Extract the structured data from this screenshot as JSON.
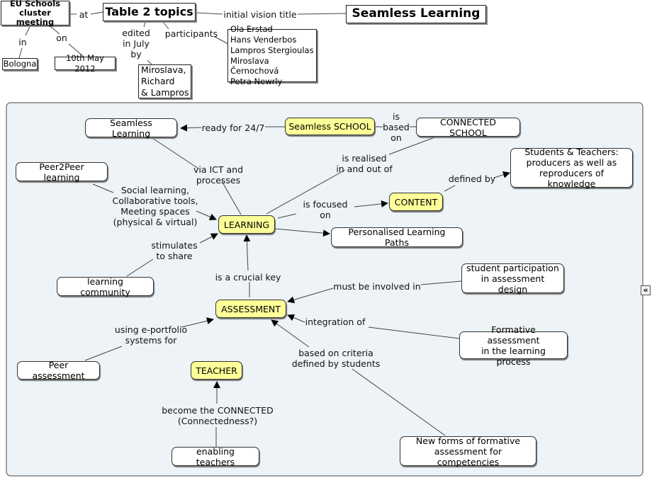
{
  "colors": {
    "panel": "#edf3f6",
    "concept_highlight": "#ffff99",
    "line": "#000000"
  },
  "header": {
    "eu_box": "EU Schools\ncluster meeting",
    "at": "at",
    "table_topics": "Table 2 topics",
    "initial_vision_title": "initial vision title",
    "seamless_title": "Seamless Learning",
    "in": "in",
    "on": "on",
    "bologna": "Bologna",
    "date": "10th May 2012",
    "edited_by": "edited\nin July\nby",
    "editors": "Miroslava,\nRichard\n& Lampros",
    "participants_label": "participants",
    "participants": "Ola Erstad\nHans Venderbos\nLampros Stergioulas\nMiroslava Černochová\nPetra Newrly"
  },
  "map": {
    "nodes": {
      "seamless_learning": "Seamless Learning",
      "seamless_school": "Seamless SCHOOL",
      "connected_school": "CONNECTED SCHOOL",
      "peer2peer": "Peer2Peer learning",
      "students_teachers": "Students & Teachers:\nproducers as well as\nreproducers of knowledge",
      "learning": "LEARNING",
      "content": "CONTENT",
      "personalised": "Personalised Learning Paths",
      "learning_community": "learning community",
      "student_participation": "student participation\nin assessment design",
      "assessment": "ASSESSMENT",
      "formative": "Formative assessment\nin the learning process",
      "peer_assessment": "Peer assessment",
      "teacher": "TEACHER",
      "enabling_teachers": "enabling teachers",
      "new_forms": "New forms of formative\nassessment for competencies"
    },
    "links": {
      "ready": "ready for 24/7",
      "is_based_on": "is\nbased\non",
      "is_realised": "is realised\nin and out of",
      "via_ict": "via ICT and processes",
      "defined_by": "defined by",
      "social": "Social learning,\nCollaborative tools,\nMeeting spaces\n(physical & virtual)",
      "is_focused": "is focused on",
      "stimulates": "stimulates\nto share",
      "crucial": "is a crucial key",
      "must_be": "must be involved in",
      "integration": "integration of",
      "eportfolio": "using e-portfolio\nsystems for",
      "criteria": "based on criteria\ndefined by students",
      "become": "become the CONNECTED\n(Connectedness?)"
    }
  },
  "icons": {
    "collapse": "collapse-panel-icon"
  }
}
